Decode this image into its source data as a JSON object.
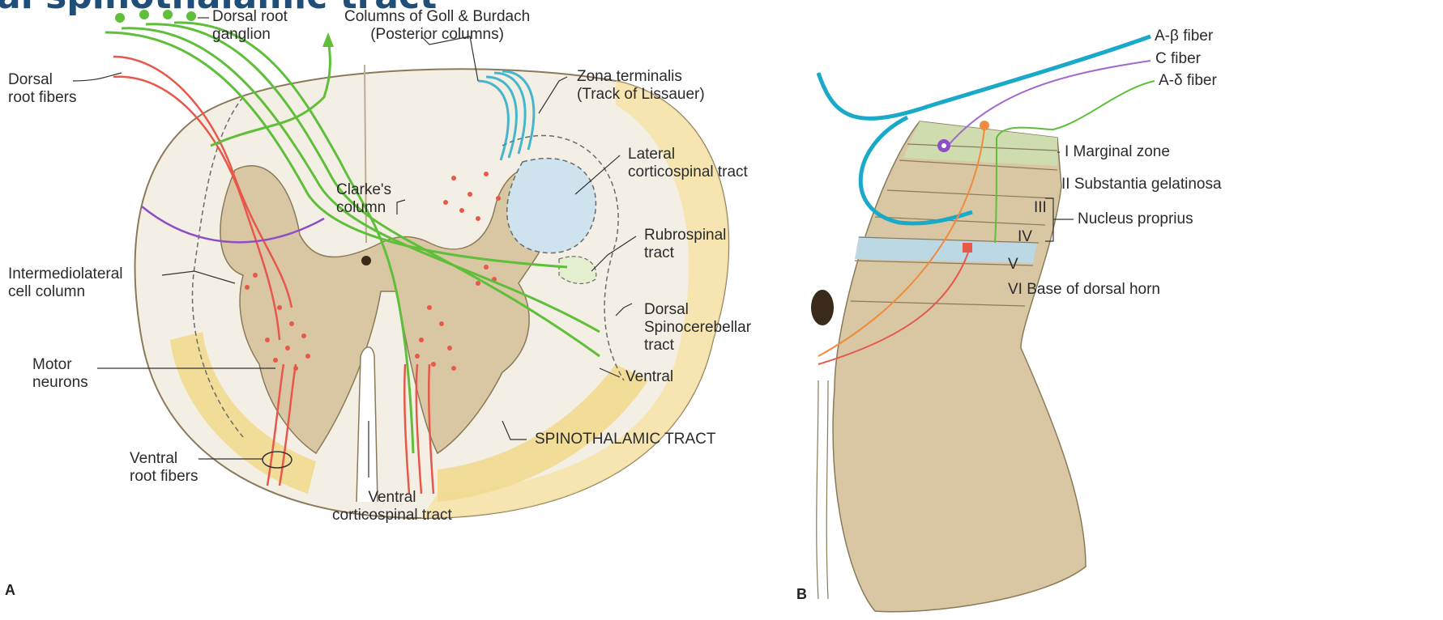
{
  "title": "al spinothalamic tract",
  "panel_a": {
    "letter": "A",
    "labels": {
      "dorsal_root_ganglion": "Dorsal root\nganglion",
      "goll_burdach": "Columns of Goll & Burdach\n(Posterior columns)",
      "dorsal_root_fibers": "Dorsal\nroot fibers",
      "zona_terminalis": "Zona terminalis\n(Track of Lissauer)",
      "lateral_corticospinal": "Lateral\ncorticospinal tract",
      "clarkes_column": "Clarke's\ncolumn",
      "rubrospinal": "Rubrospinal\ntract",
      "intermediolateral": "Intermediolateral\ncell column",
      "dorsal_spinocerebellar": "Dorsal\nSpinocerebellar\ntract",
      "ventral": "Ventral",
      "motor_neurons": "Motor\nneurons",
      "spinothalamic_tract": "SPINOTHALAMIC TRACT",
      "ventral_root_fibers": "Ventral\nroot fibers",
      "ventral_corticospinal": "Ventral\ncorticospinal tract"
    }
  },
  "panel_b": {
    "letter": "B",
    "labels": {
      "a_beta_fiber": "A-β fiber",
      "c_fiber": "C fiber",
      "a_delta_fiber": "A-δ fiber",
      "lamina_i": "I Marginal zone",
      "lamina_ii": "II Substantia gelatinosa",
      "lamina_iii": "III",
      "lamina_iv": "IV",
      "nucleus_proprius": "Nucleus proprius",
      "lamina_v": "V",
      "lamina_vi": "VI Base of dorsal horn"
    }
  },
  "colors": {
    "title": "#1f4e79",
    "white_matter": "#f4efe4",
    "gray_matter": "#d9c7a3",
    "outer_rim": "#f7e3a8",
    "green_fiber": "#5fbf3a",
    "red_fiber": "#e8584a",
    "purple_fiber": "#8e4ec6",
    "cyan_fiber": "#1aa9c9",
    "orange_fiber": "#f08a3c",
    "tract_blue": "#cfe3ef",
    "tract_green": "#e3efcf",
    "lamina_green": "#cfdcb0",
    "lamina_blue": "#bcd8e4"
  }
}
